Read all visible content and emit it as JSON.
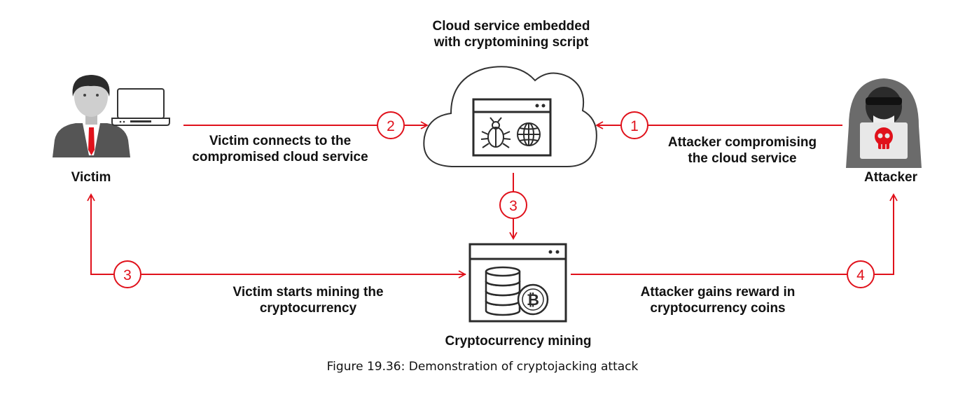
{
  "cloud_title": {
    "line1": "Cloud service embedded",
    "line2": "with cryptomining script"
  },
  "nodes": {
    "victim": "Victim",
    "attacker": "Attacker",
    "mining": "Cryptocurrency mining"
  },
  "steps": [
    {
      "number": "1",
      "line1": "Attacker compromising",
      "line2": "the cloud service"
    },
    {
      "number": "2",
      "line1": "Victim connects to the",
      "line2": "compromised cloud service"
    },
    {
      "number": "3",
      "line1": "",
      "line2": ""
    },
    {
      "number": "3",
      "line1": "Victim starts mining the",
      "line2": "cryptocurrency"
    },
    {
      "number": "4",
      "line1": "Attacker gains reward in",
      "line2": "cryptocurrency coins"
    }
  ],
  "caption": "Figure 19.36: Demonstration of cryptojacking attack",
  "colors": {
    "arrow": "#e0111b",
    "icon": "#2b2b2b",
    "hood": "#6b6b6b",
    "skull": "#e0111b"
  },
  "icons": [
    "victim-person-icon",
    "laptop-icon",
    "cloud-icon",
    "browser-window-icon",
    "bug-icon",
    "globe-icon",
    "coins-stack-icon",
    "bitcoin-icon",
    "hacker-icon",
    "skull-icon"
  ]
}
